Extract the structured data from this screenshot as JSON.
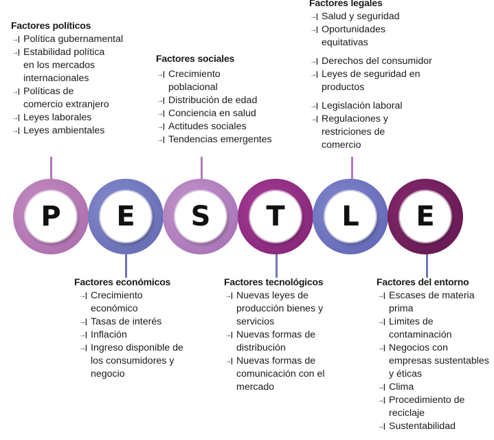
{
  "colors": {
    "p": "#b277b3",
    "e": "#6f74bd",
    "s": "#b07cb8",
    "t": "#8c2a7e",
    "l": "#6b6fbd",
    "e2": "#6d1d58"
  },
  "letters": [
    "P",
    "E",
    "S",
    "T",
    "L",
    "E"
  ],
  "politicos": {
    "title": "Factores políticos",
    "items": [
      "Política gubernamental",
      "Estabilidad política en los mercados internacionales",
      "Políticas de comercio extranjero",
      "Leyes laborales",
      "Leyes ambientales"
    ]
  },
  "sociales": {
    "title": "Factores sociales",
    "items": [
      "Crecimiento poblacional",
      "Distribución de edad",
      "Conciencia en salud",
      "Actitudes sociales",
      "Tendencias emergentes"
    ]
  },
  "legales": {
    "title": "Factores legales",
    "items": [
      "Salud y seguridad",
      "Oportunidades equitativas",
      "Derechos del consumidor",
      "Leyes de seguridad en productos",
      "Legislación laboral",
      "Regulaciones y restriciones de comercio"
    ]
  },
  "economicos": {
    "title": "Factores económicos",
    "items": [
      "Crecimiento económico",
      "Tasas de interés",
      "Inflación",
      "Ingreso disponible de los consumidores y negocio"
    ]
  },
  "tecnologicos": {
    "title": "Factores tecnológicos",
    "items": [
      "Nuevas leyes de producción bienes y servicios",
      "Nuevas formas de distribución",
      "Nuevas formas de comunicación con el mercado"
    ]
  },
  "entorno": {
    "title": "Factores del entorno",
    "items": [
      "Escases de materia prima",
      "Limites de contaminación",
      "Negocios con empresas sustentables y éticas",
      "Clima",
      "Procedimiento de reciclaje",
      "Sustentabilidad"
    ]
  }
}
